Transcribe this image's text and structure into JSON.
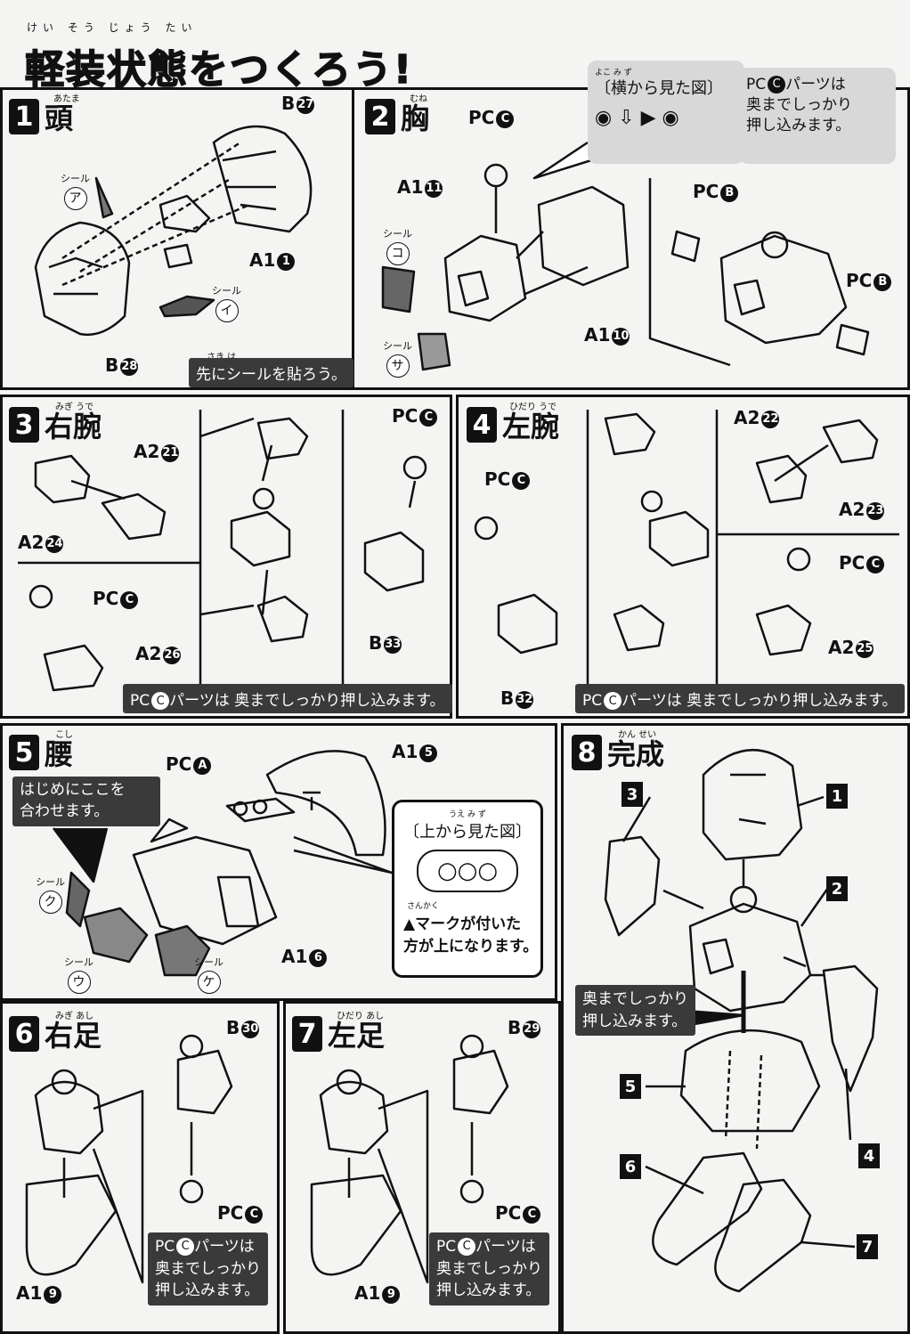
{
  "title_ruby": "けい そう じょう たい",
  "title": "軽装状態をつくろう!",
  "steps": [
    {
      "num": "1",
      "title": "頭",
      "ruby": "あたま"
    },
    {
      "num": "2",
      "title": "胸",
      "ruby": "むね"
    },
    {
      "num": "3",
      "title": "右腕",
      "ruby": "みぎ うで"
    },
    {
      "num": "4",
      "title": "左腕",
      "ruby": "ひだり うで"
    },
    {
      "num": "5",
      "title": "腰",
      "ruby": "こし"
    },
    {
      "num": "6",
      "title": "右足",
      "ruby": "みぎ あし"
    },
    {
      "num": "7",
      "title": "左足",
      "ruby": "ひだり あし"
    },
    {
      "num": "8",
      "title": "完成",
      "ruby": "かん せい"
    }
  ],
  "seal_word": "シール",
  "s1": {
    "b27": "B",
    "b27n": "27",
    "b28": "B",
    "b28n": "28",
    "a1": "A1",
    "a1n": "1",
    "seal_a": "ア",
    "seal_i": "イ",
    "note": "先にシールを貼ろう。",
    "note_ruby": "さき  は"
  },
  "s2": {
    "pc": "PC",
    "pcc": "C",
    "a1_11": "A1",
    "a1_11n": "11",
    "a1_10": "A1",
    "a1_10n": "10",
    "seal_ko": "コ",
    "seal_sa": "サ",
    "pcb1": "PC",
    "pcb1n": "B",
    "pcb2": "PC",
    "pcb2n": "B",
    "bubble_title": "〔横から見た図〕",
    "bubble_ruby": "よこ   み  ず",
    "bubble_l1": "PC",
    "bubble_l1n": "C",
    "bubble_l1b": "パーツは",
    "bubble_l2": "奥までしっかり",
    "bubble_l3": "押し込みます。"
  },
  "s3": {
    "a2_21": "A2",
    "a2_21n": "21",
    "a2_24": "A2",
    "a2_24n": "24",
    "a2_26": "A2",
    "a2_26n": "26",
    "b33": "B",
    "b33n": "33",
    "pc1": "PC",
    "pc1n": "C",
    "pc2": "PC",
    "pc2n": "C",
    "note_a": "PC",
    "note_n": "C",
    "note_b": "パーツは 奥までしっかり押し込みます。"
  },
  "s4": {
    "a2_22": "A2",
    "a2_22n": "22",
    "a2_23": "A2",
    "a2_23n": "23",
    "a2_25": "A2",
    "a2_25n": "25",
    "b32": "B",
    "b32n": "32",
    "pc1": "PC",
    "pc1n": "C",
    "pc2": "PC",
    "pc2n": "C",
    "note_a": "PC",
    "note_n": "C",
    "note_b": "パーツは 奥までしっかり押し込みます。"
  },
  "s5": {
    "pca": "PC",
    "pcan": "A",
    "a1_5": "A1",
    "a1_5n": "5",
    "a1_6": "A1",
    "a1_6n": "6",
    "seal_ku": "ク",
    "seal_u": "ウ",
    "seal_ke": "ケ",
    "note_l1": "はじめにここを",
    "note_l2": "合わせます。",
    "bubble_title": "〔上から見た図〕",
    "bubble_ruby": "うえ   み  ず",
    "bubble_l1": "▲マークが付いた",
    "bubble_l2": "方が上になります。",
    "bubble_ruby2": "さんかく"
  },
  "s6": {
    "b30": "B",
    "b30n": "30",
    "pc": "PC",
    "pcn": "C",
    "a1_9": "A1",
    "a1_9n": "9",
    "note_l1a": "PC",
    "note_l1n": "C",
    "note_l1b": "パーツは",
    "note_l2": "奥までしっかり",
    "note_l3": "押し込みます。"
  },
  "s7": {
    "b29": "B",
    "b29n": "29",
    "pc": "PC",
    "pcn": "C",
    "a1_9": "A1",
    "a1_9n": "9",
    "note_l1a": "PC",
    "note_l1n": "C",
    "note_l1b": "パーツは",
    "note_l2": "奥までしっかり",
    "note_l3": "押し込みます。"
  },
  "s8": {
    "tags": [
      "1",
      "2",
      "3",
      "4",
      "5",
      "6",
      "7"
    ],
    "note_l1": "奥までしっかり",
    "note_l2": "押し込みます。"
  }
}
